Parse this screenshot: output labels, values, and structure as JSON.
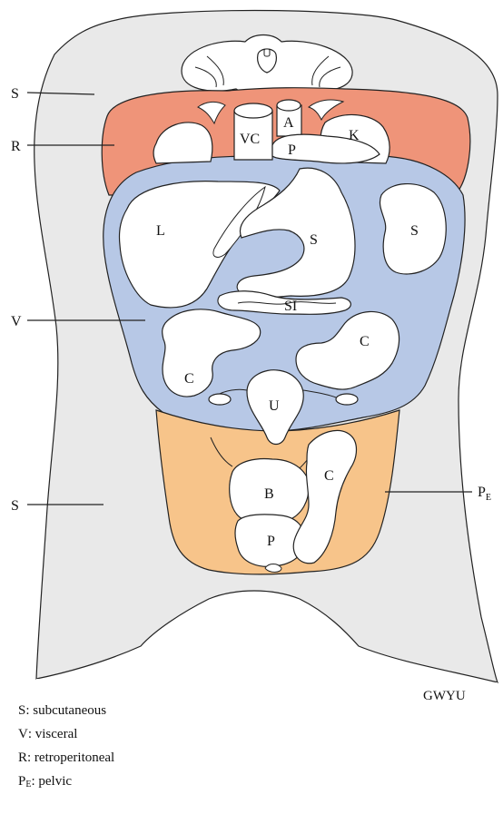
{
  "callouts": {
    "subcutaneous_upper": "S",
    "retroperitoneal": "R",
    "visceral": "V",
    "subcutaneous_lower": "S",
    "pelvic_main": "P",
    "pelvic_sub": "E"
  },
  "organs": {
    "vena_cava": "VC",
    "aorta": "A",
    "pancreas": "P",
    "kidney": "K",
    "liver": "L",
    "stomach": "S",
    "spleen": "S",
    "small_intestine": "SI",
    "colon_left": "C",
    "colon_right": "C",
    "uterus": "U",
    "bladder": "B",
    "prostate": "P",
    "colon_pelvic": "C"
  },
  "credit": "GWYU",
  "legend": [
    {
      "abbr": "S",
      "sub": "",
      "text": ": subcutaneous"
    },
    {
      "abbr": "V",
      "sub": "",
      "text": ": visceral"
    },
    {
      "abbr": "R",
      "sub": "",
      "text": ": retroperitoneal"
    },
    {
      "abbr": "P",
      "sub": "E",
      "text": ": pelvic"
    }
  ],
  "colors": {
    "subcutaneous": "#e9e9e9",
    "retroperitoneal": "#ef9479",
    "visceral": "#b7c8e6",
    "pelvic": "#f7c48a",
    "organ": "#ffffff"
  }
}
